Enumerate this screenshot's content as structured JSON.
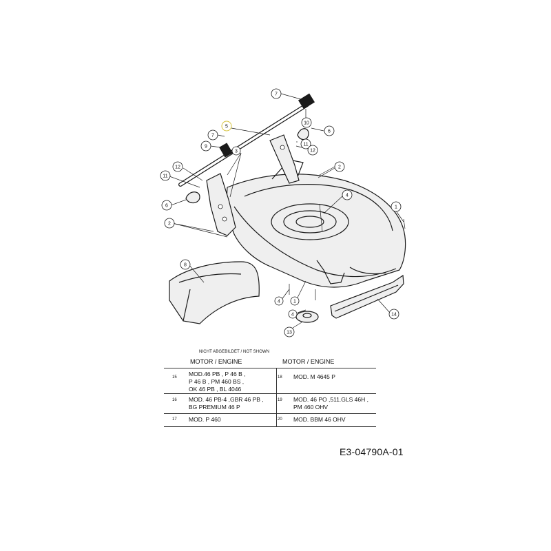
{
  "callouts": [
    "1",
    "2",
    "3",
    "4",
    "5",
    "6",
    "7",
    "8",
    "9",
    "10",
    "11",
    "12",
    "13",
    "14"
  ],
  "legend": {
    "not_shown": "NICHT ABGEBILDET / NOT SHOWN",
    "header_left": "MOTOR / ENGINE",
    "header_right": "MOTOR / ENGINE",
    "rows": [
      {
        "n1": "15",
        "t1": "MOD.46 PB , P 46 B ,\nP 46 B , PM 460 BS ,\nOK 46 PB , BL 4046",
        "n2": "18",
        "t2": "MOD. M 4645 P"
      },
      {
        "n1": "16",
        "t1": "MOD. 46 PB-4 ,GBR 46 PB ,\nBG PREMIUM 46 P",
        "n2": "19",
        "t2": "MOD. 46 PO ,511.GLS 46H ,\nPM 460 OHV"
      },
      {
        "n1": "17",
        "t1": "MOD. P 460",
        "n2": "20",
        "t2": "MOD. BBM 46 OHV"
      }
    ]
  },
  "reference": "E3-04790A-01"
}
